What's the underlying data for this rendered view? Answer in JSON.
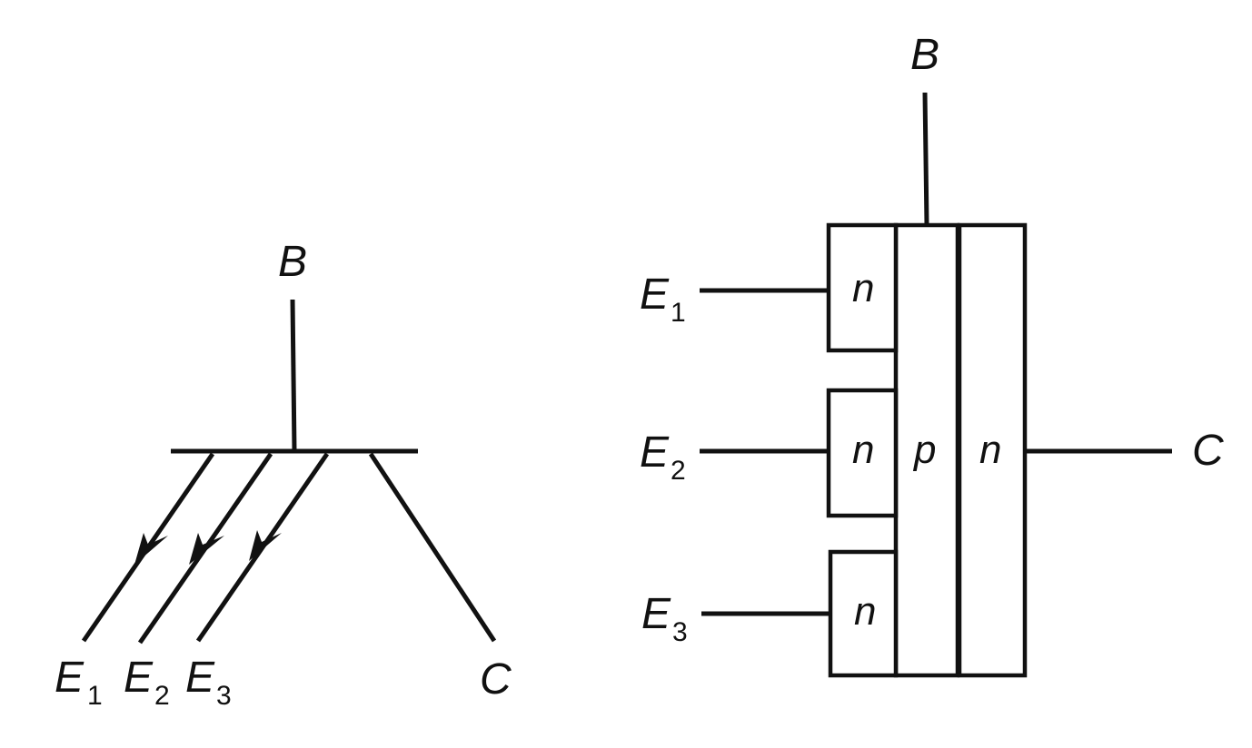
{
  "left_symbol": {
    "base_label": "B",
    "collector_label": "C",
    "emitters": [
      {
        "letter": "E",
        "sub": "1"
      },
      {
        "letter": "E",
        "sub": "2"
      },
      {
        "letter": "E",
        "sub": "3"
      }
    ]
  },
  "right_structure": {
    "base_label": "B",
    "collector_label": "C",
    "emitters": [
      {
        "letter": "E",
        "sub": "1"
      },
      {
        "letter": "E",
        "sub": "2"
      },
      {
        "letter": "E",
        "sub": "3"
      }
    ],
    "regions": {
      "emitter_n1": "n",
      "emitter_n2": "n",
      "emitter_n3": "n",
      "base_p": "p",
      "collector_n": "n"
    }
  }
}
